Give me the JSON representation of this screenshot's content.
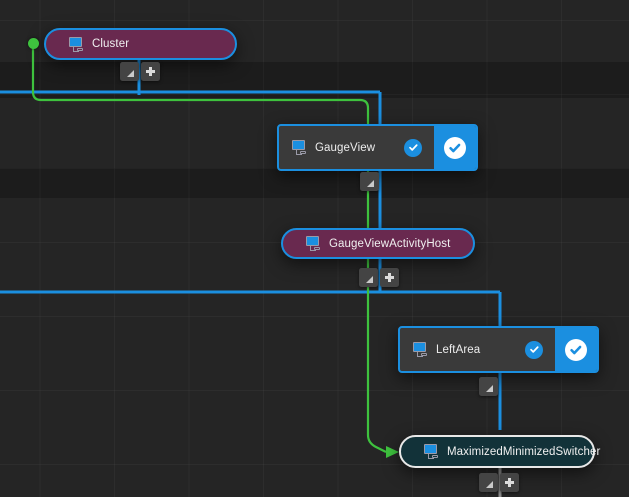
{
  "canvas": {
    "background_color": "#252525",
    "grid_color": "#2e2e2e",
    "wire_blue": "#1b8fe0",
    "wire_green": "#3ec23e"
  },
  "nodes": [
    {
      "id": "cluster",
      "label": "Cluster",
      "icon": "monitor-icon",
      "style": "pill",
      "fill": "#69294f",
      "border": "#1b8fe0",
      "has_source_dot": true,
      "checked": false
    },
    {
      "id": "gaugeview",
      "label": "GaugeView",
      "icon": "monitor-icon",
      "style": "boxy",
      "fill": "#3a3a3a",
      "border": "#1b8fe0",
      "has_source_dot": false,
      "checked": true
    },
    {
      "id": "gaugeviewactivityhost",
      "label": "GaugeViewActivityHost",
      "icon": "monitor-icon",
      "style": "pill",
      "fill": "#69294f",
      "border": "#1b8fe0",
      "has_source_dot": false,
      "checked": false
    },
    {
      "id": "leftarea",
      "label": "LeftArea",
      "icon": "monitor-icon",
      "style": "boxy",
      "fill": "#3a3a3a",
      "border": "#1b8fe0",
      "has_source_dot": false,
      "checked": true
    },
    {
      "id": "maximizedminimizedswitcher",
      "label": "MaximizedMinimizedSwitcher",
      "icon": "monitor-icon",
      "style": "teal",
      "fill": "#123239",
      "border": "#e8e8e8",
      "has_source_dot": false,
      "checked": false
    }
  ],
  "mini_buttons": [
    {
      "id": "cluster-collapse",
      "icon": "corner-triangle-icon"
    },
    {
      "id": "cluster-add",
      "icon": "plus-icon"
    },
    {
      "id": "gaugeview-collapse",
      "icon": "corner-triangle-icon"
    },
    {
      "id": "gaugeviewactivityhost-collapse",
      "icon": "corner-triangle-icon"
    },
    {
      "id": "gaugeviewactivityhost-add",
      "icon": "plus-icon"
    },
    {
      "id": "leftarea-collapse",
      "icon": "corner-triangle-icon"
    },
    {
      "id": "switcher-collapse",
      "icon": "corner-triangle-icon"
    },
    {
      "id": "switcher-add",
      "icon": "plus-icon"
    }
  ]
}
